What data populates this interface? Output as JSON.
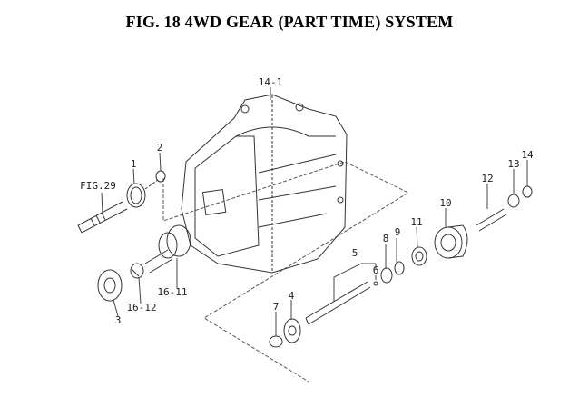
{
  "title": "FIG. 18  4WD GEAR (PART TIME) SYSTEM",
  "callouts": {
    "p14_1": "14-1",
    "p1": "1",
    "p2": "2",
    "fig29": "FIG.29",
    "p16_11": "16-11",
    "p16_12": "16-12",
    "p3": "3",
    "p4": "4",
    "p5": "5",
    "p6": "6",
    "p7": "7",
    "p8": "8",
    "p9": "9",
    "p10": "10",
    "p11": "11",
    "p12": "12",
    "p13": "13",
    "p14": "14"
  }
}
